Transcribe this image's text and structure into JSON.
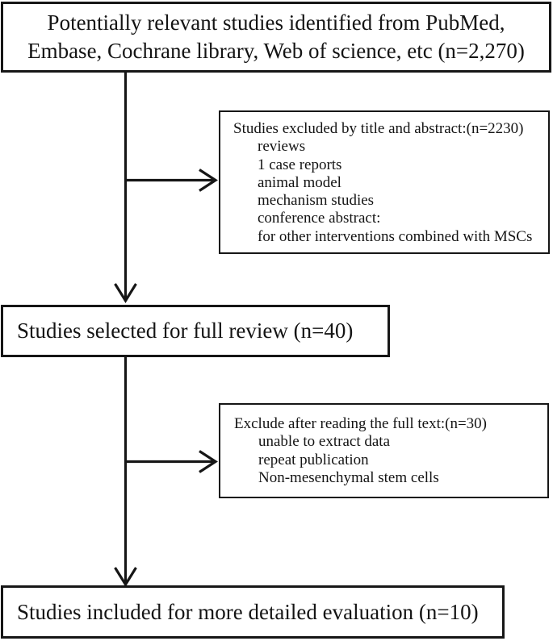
{
  "flow": {
    "identification_box": {
      "lines": [
        "Potentially relevant studies identified from PubMed,",
        "Embase, Cochrane library, Web of science, etc (n=2,270)"
      ]
    },
    "excluded_title_abstract_box": {
      "header": "Studies excluded by title and abstract:(n=2230)",
      "items": [
        "reviews",
        "1 case reports",
        "animal model",
        "mechanism studies",
        "conference abstract:",
        "for other interventions combined with MSCs"
      ]
    },
    "full_review_box": {
      "text": "Studies selected for full review (n=40)"
    },
    "excluded_full_text_box": {
      "header": "Exclude after reading the full text:(n=30)",
      "items": [
        "unable to extract data",
        "repeat publication",
        "Non-mesenchymal stem cells"
      ]
    },
    "included_box": {
      "text": "Studies included for more detailed evaluation (n=10)"
    },
    "colors": {
      "line": "#161616",
      "background": "#ffffff",
      "text": "#141414"
    }
  }
}
